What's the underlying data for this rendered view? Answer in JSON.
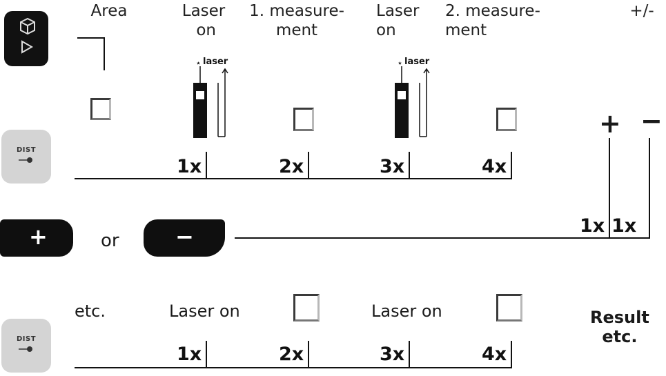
{
  "header": {
    "area": "Area",
    "laser_on_1": "Laser\n on",
    "measurement_1": "1. measure-\nment",
    "laser_on_2": "Laser\non",
    "measurement_2": "2. measure-\nment",
    "plus_minus": "+/-"
  },
  "laser_tag": "laser",
  "signs": {
    "plus": "+",
    "minus": "−"
  },
  "row1_counts": [
    "1x",
    "2x",
    "3x",
    "4x"
  ],
  "row2": {
    "press_plus_count": "1x",
    "press_minus_count": "1x",
    "or": "or"
  },
  "row3": {
    "etc": "etc.",
    "laser_on_1": "Laser on",
    "laser_on_2": "Laser on",
    "counts": [
      "1x",
      "2x",
      "3x",
      "4x"
    ],
    "result": "Result\netc."
  },
  "keys": {
    "dist": "DIST",
    "plus_key": "+",
    "minus_key": "−"
  },
  "icons": [
    "area-volume-icon",
    "dist-button-icon",
    "plus-key-icon",
    "minus-key-icon",
    "laser-device-icon",
    "area-square-icon"
  ]
}
